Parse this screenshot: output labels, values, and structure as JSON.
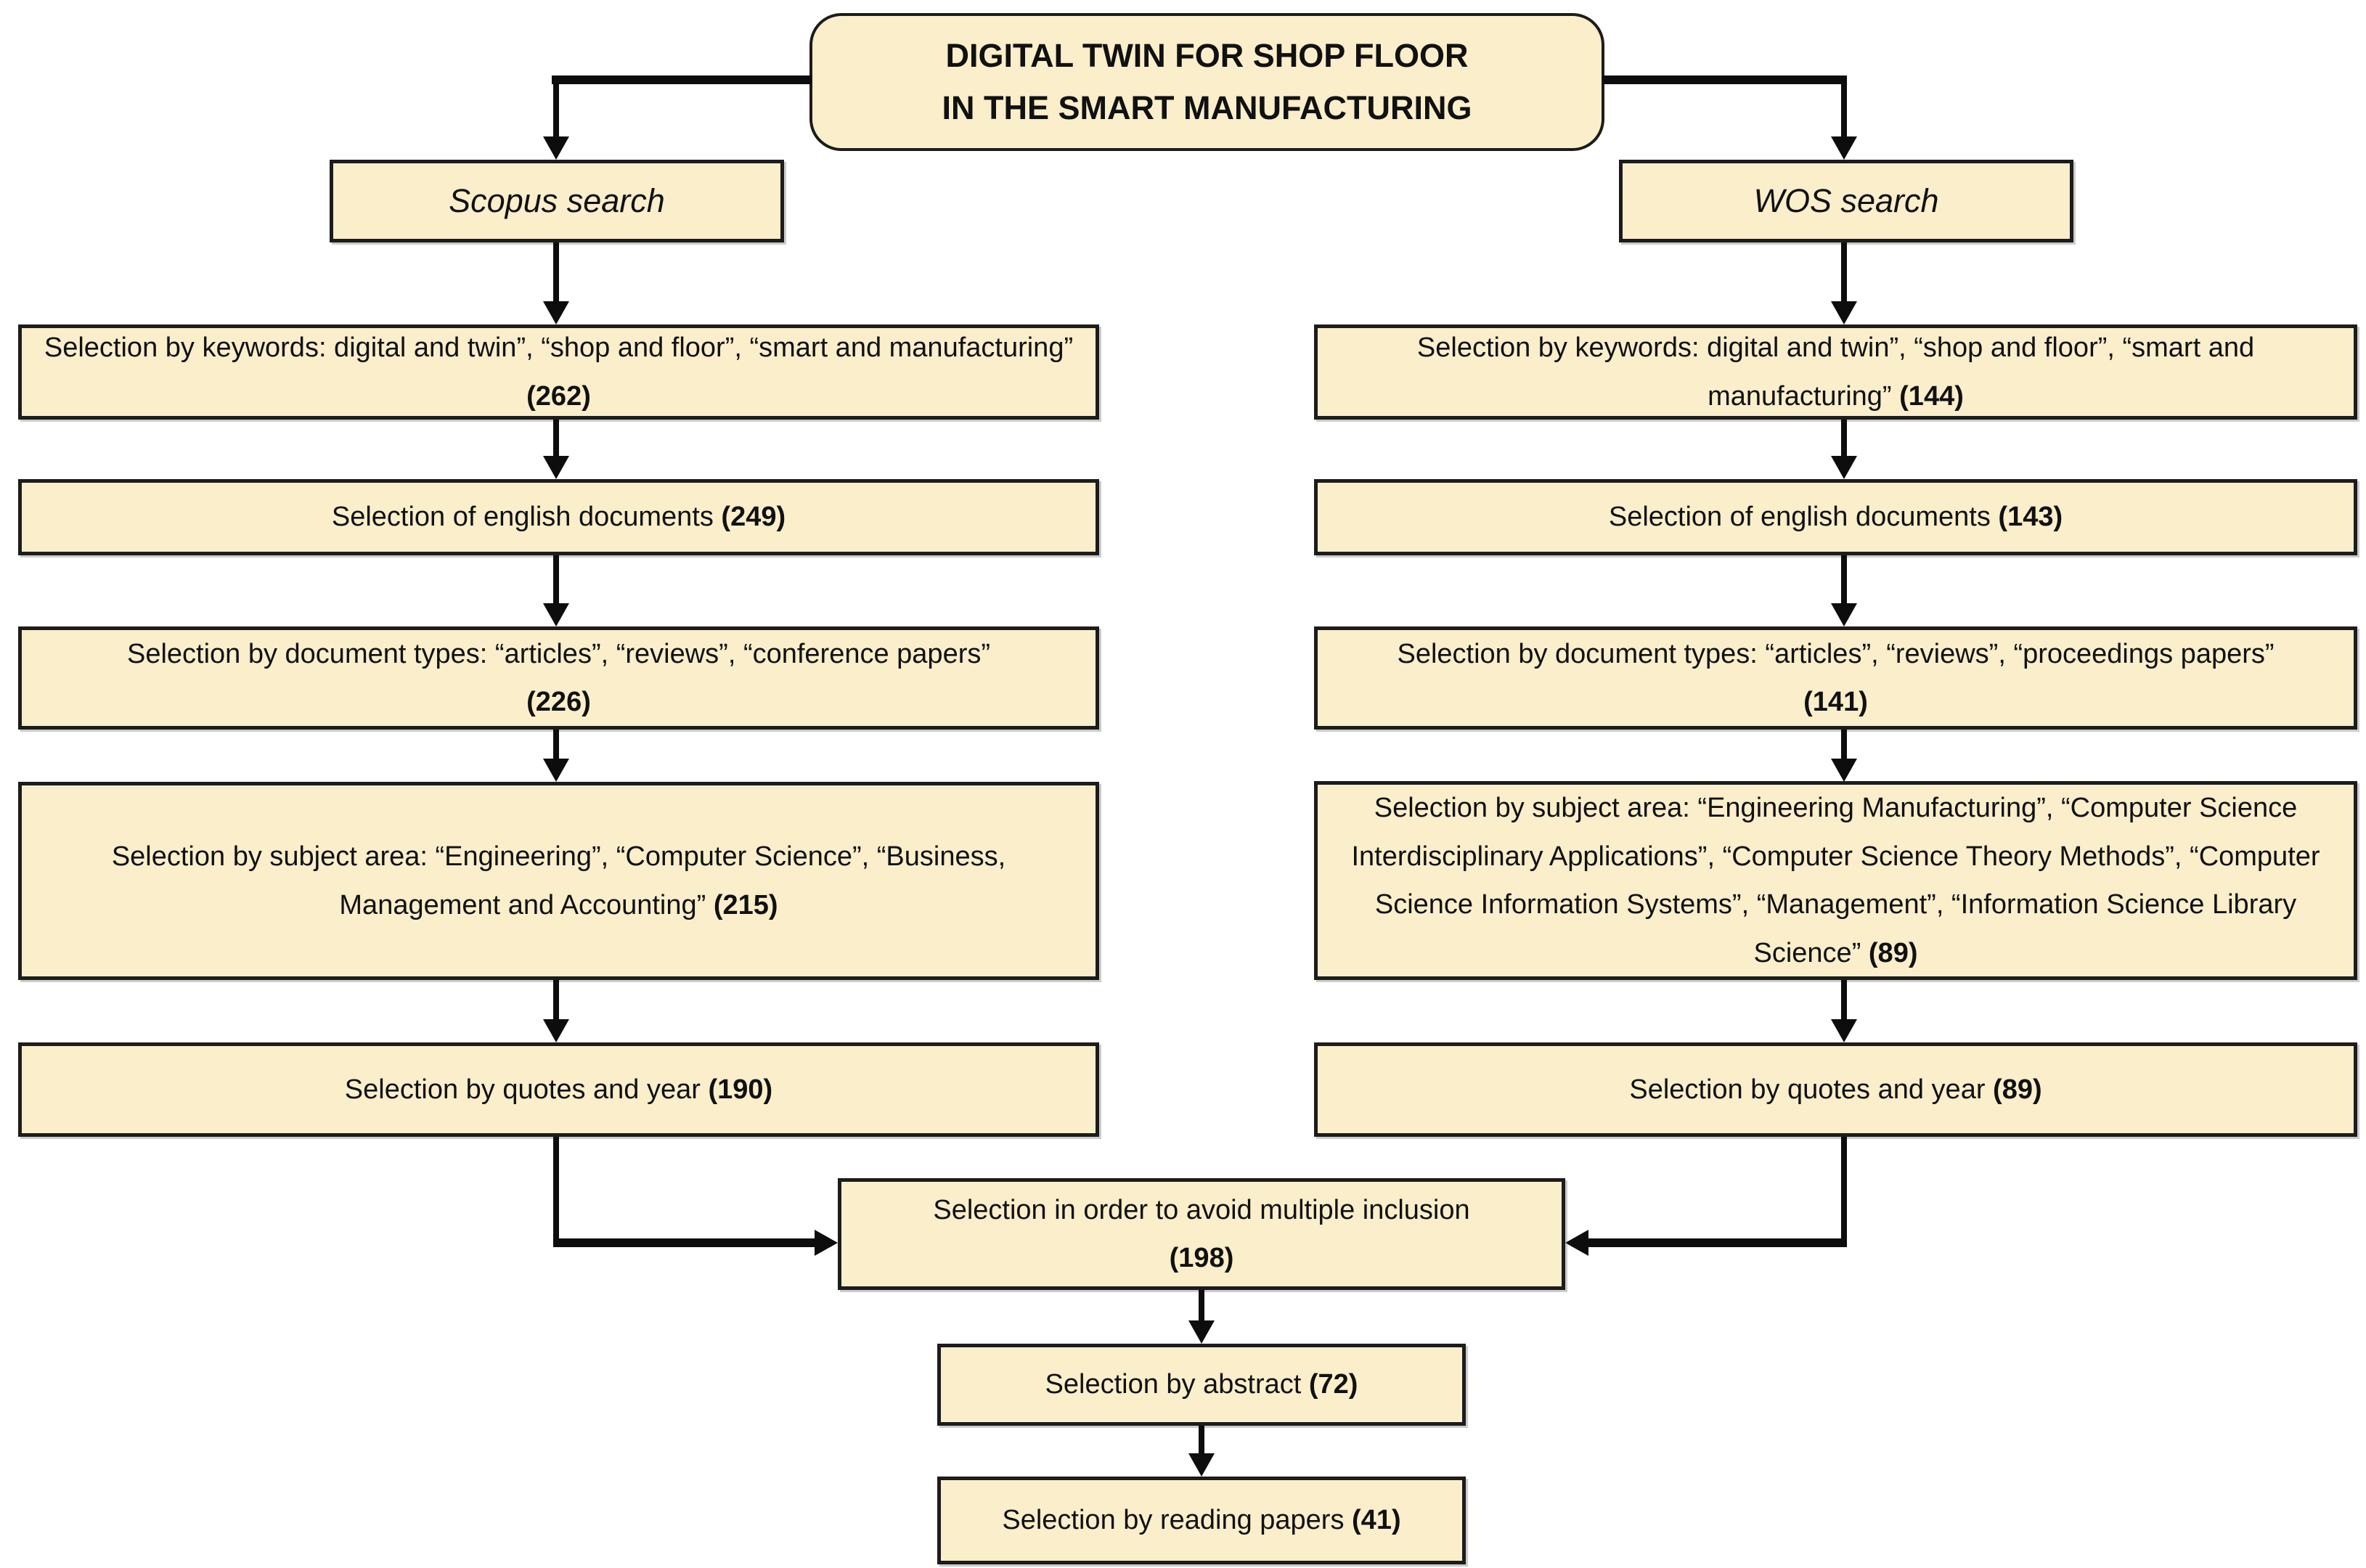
{
  "colors": {
    "background": "#FFFFFF",
    "box_fill": "#FAEECB",
    "box_border": "#1C1C1C",
    "connector": "#0D0D0D"
  },
  "title": {
    "line1": "DIGITAL TWIN FOR SHOP FLOOR",
    "line2": "IN THE SMART MANUFACTURING"
  },
  "branches": [
    {
      "header": "Scopus search",
      "steps": [
        {
          "text": "Selection by keywords: digital and twin”, “shop and floor”, “smart and manufacturing”",
          "count": "(262)"
        },
        {
          "text": "Selection of english documents",
          "count": "(249)"
        },
        {
          "text": "Selection by document types: “articles”, “reviews”, “conference papers”",
          "count": "(226)"
        },
        {
          "text": "Selection by subject area: “Engineering”, “Computer Science”, “Business, Management and Accounting”",
          "count": "(215)"
        },
        {
          "text": "Selection by quotes and year",
          "count": "(190)"
        }
      ]
    },
    {
      "header": "WOS search",
      "steps": [
        {
          "text": "Selection by keywords: digital and twin”, “shop and floor”, “smart and manufacturing”",
          "count": "(144)"
        },
        {
          "text": "Selection of english documents",
          "count": "(143)"
        },
        {
          "text": "Selection by document types: “articles”, “reviews”, “proceedings papers”",
          "count": "(141)"
        },
        {
          "text": "Selection by subject area: “Engineering Manufacturing”, “Computer Science Interdisciplinary Applications”, “Computer Science Theory Methods”, “Computer Science Information Systems”, “Management”, “Information Science Library Science”",
          "count": "(89)"
        },
        {
          "text": "Selection by quotes and year",
          "count": "(89)"
        }
      ]
    }
  ],
  "merge": {
    "steps": [
      {
        "text": "Selection in order to avoid multiple inclusion",
        "count": "(198)"
      },
      {
        "text": "Selection by abstract",
        "count": "(72)"
      },
      {
        "text": "Selection by reading papers",
        "count": "(41)"
      }
    ]
  }
}
